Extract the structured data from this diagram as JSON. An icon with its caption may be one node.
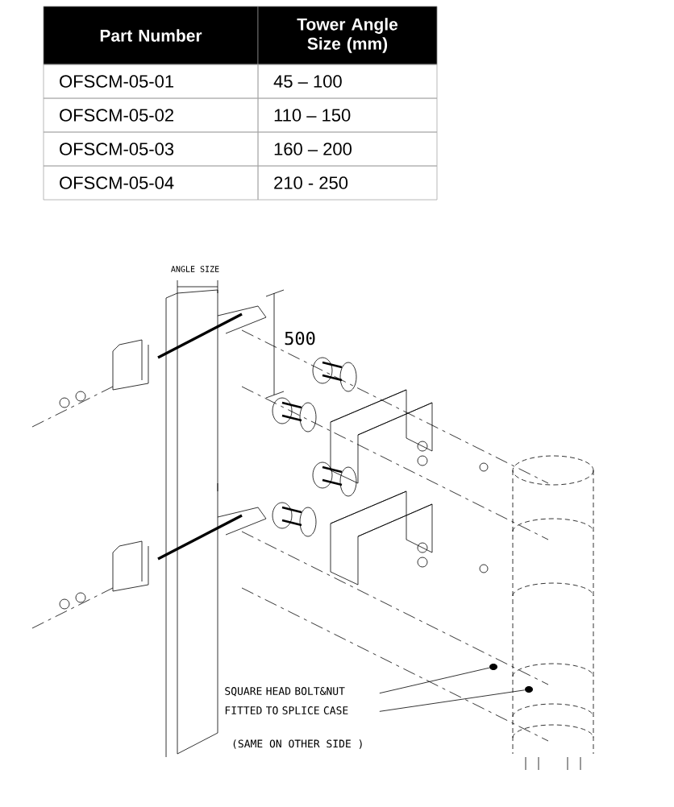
{
  "diagram": {
    "nodes": [
      {
        "text": [
          "SQUARE HEAD BOLT&NUT FITTED TO SPLICE CASE"
        ]
      },
      {
        "text": [],
        "shape": "circle"
      },
      {
        "text": [],
        "shape": "circle"
      }
    ],
    "edges": [
      {
        "from": 0,
        "to": 1,
        "arrow": "none"
      },
      {
        "from": 0,
        "to": 2,
        "arrow": "none"
      }
    ],
    "labels": [
      "Part Number",
      "Tower Angle Size (mm)",
      "OFSCM-05-01",
      "45 – 100",
      "OFSCM-05-02",
      "110 – 150",
      "OFSCM-05-03",
      "160 – 200",
      "OFSCM-05-04",
      "210 - 250",
      "ANGLE SIZE",
      "500",
      "(SAME ON OTHER SIDE )"
    ]
  }
}
